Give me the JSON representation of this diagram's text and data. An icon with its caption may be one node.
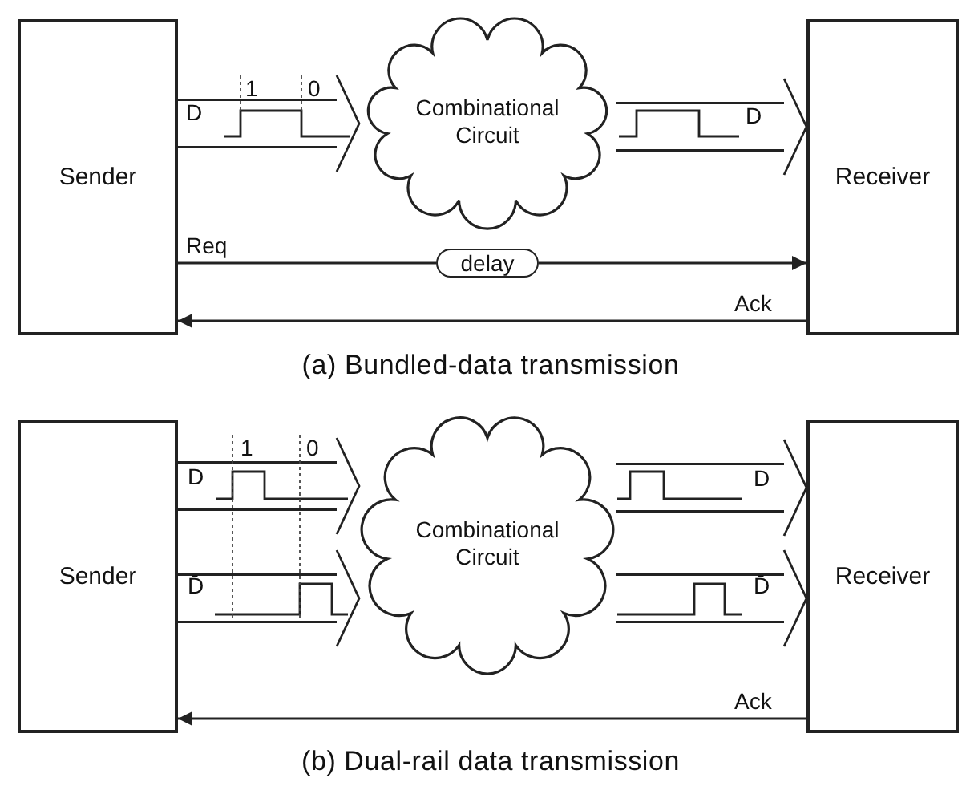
{
  "diagram": {
    "nodes": [
      {
        "text": [
          "Sender"
        ]
      },
      {
        "text": [
          "Combinational Circuit"
        ]
      },
      {
        "text": [
          "Receiver"
        ]
      },
      {
        "text": [
          "delay"
        ]
      },
      {
        "text": [
          "Sender"
        ]
      },
      {
        "text": [
          "Combinational Circuit"
        ]
      },
      {
        "text": [
          "Receiver"
        ]
      }
    ],
    "edges": [
      {
        "from": 0,
        "to": 1,
        "arrow": "to",
        "label": "D"
      },
      {
        "from": 1,
        "to": 2,
        "arrow": "to",
        "label": "D"
      },
      {
        "from": 0,
        "to": 3,
        "arrow": "none",
        "label": "Req"
      },
      {
        "from": 3,
        "to": 2,
        "arrow": "to"
      },
      {
        "from": 2,
        "to": 0,
        "arrow": "to",
        "label": "Ack"
      },
      {
        "from": 4,
        "to": 5,
        "arrow": "to",
        "label": "D"
      },
      {
        "from": 4,
        "to": 5,
        "arrow": "to",
        "label": "D̄"
      },
      {
        "from": 5,
        "to": 6,
        "arrow": "to",
        "label": "D"
      },
      {
        "from": 5,
        "to": 6,
        "arrow": "to",
        "label": "D̄"
      },
      {
        "from": 6,
        "to": 4,
        "arrow": "to",
        "label": "Ack"
      }
    ],
    "labels": [
      "1",
      "0",
      "(a) Bundled-data transmission",
      "1",
      "0",
      "(b) Dual-rail data transmission"
    ]
  }
}
